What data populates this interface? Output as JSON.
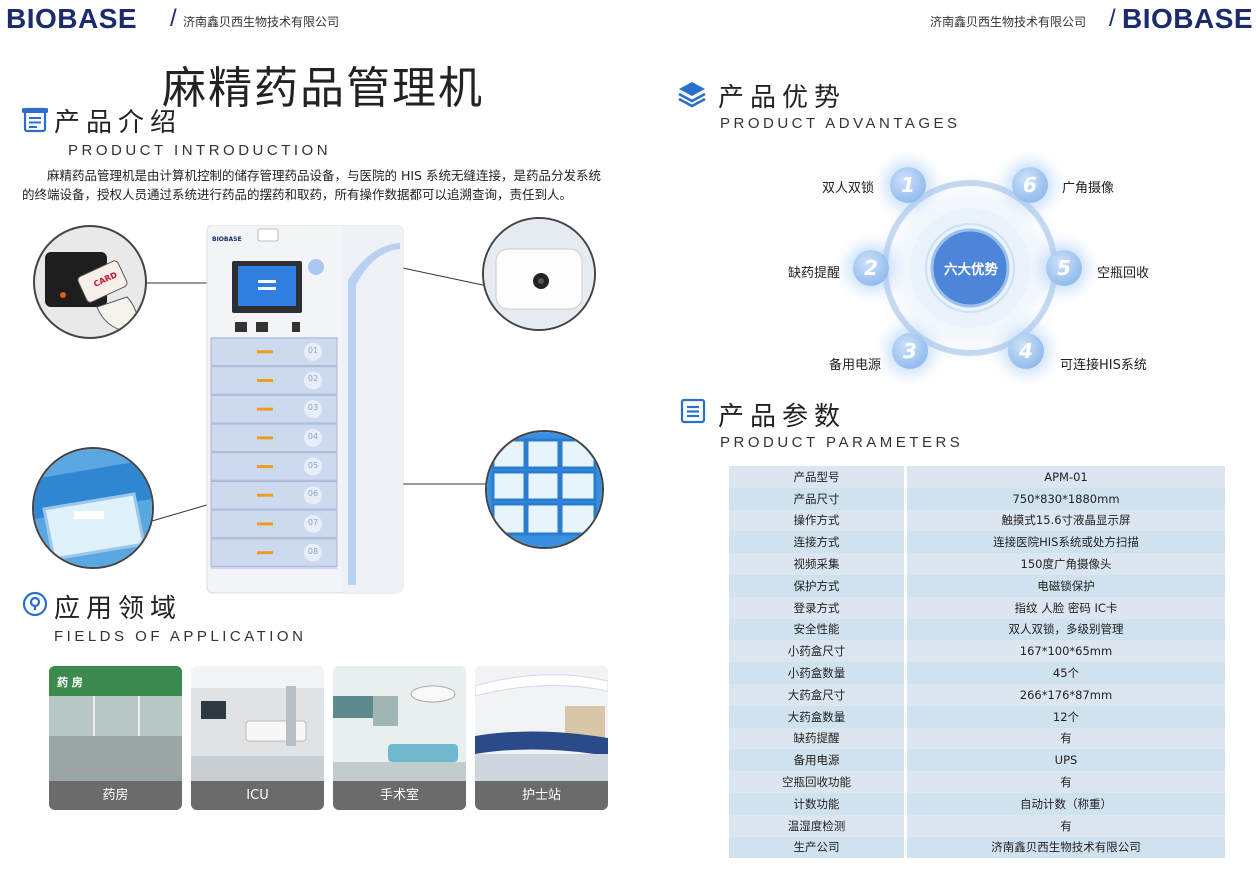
{
  "header": {
    "brand": "BIOBASE",
    "separator": "/",
    "company": "济南鑫贝西生物技术有限公司"
  },
  "main_title": "麻精药品管理机",
  "intro": {
    "title": "产品介绍",
    "subtitle": "PRODUCT INTRODUCTION",
    "text": "麻精药品管理机是由计算机控制的储存管理药品设备，与医院的 HIS 系统无缝连接，是药品分发系统的终端设备，授权人员通过系统进行药品的摆药和取药，所有操作数据都可以追溯查询，责任到人。"
  },
  "device": {
    "brand": "BIOBASE",
    "card_text": "CARD",
    "drawers": [
      "01",
      "02",
      "03",
      "04",
      "05",
      "06",
      "07",
      "08"
    ]
  },
  "application": {
    "title": "应用领域",
    "subtitle": "FIELDS OF APPLICATION",
    "places": [
      {
        "label": "药房",
        "sign": "药 房"
      },
      {
        "label": "ICU"
      },
      {
        "label": "手术室"
      },
      {
        "label": "护士站"
      }
    ]
  },
  "advantages": {
    "title": "产品优势",
    "subtitle": "PRODUCT ADVANTAGES",
    "center": "六大优势",
    "items": [
      {
        "num": "1",
        "label": "双人双锁"
      },
      {
        "num": "6",
        "label": "广角摄像"
      },
      {
        "num": "2",
        "label": "缺药提醒"
      },
      {
        "num": "5",
        "label": "空瓶回收"
      },
      {
        "num": "3",
        "label": "备用电源"
      },
      {
        "num": "4",
        "label": "可连接HIS系统"
      }
    ]
  },
  "parameters": {
    "title": "产品参数",
    "subtitle": "PRODUCT PARAMETERS",
    "rows": [
      [
        "产品型号",
        "APM-01"
      ],
      [
        "产品尺寸",
        "750*830*1880mm"
      ],
      [
        "操作方式",
        "触摸式15.6寸液晶显示屏"
      ],
      [
        "连接方式",
        "连接医院HIS系统或处方扫描"
      ],
      [
        "视频采集",
        "150度广角摄像头"
      ],
      [
        "保护方式",
        "电磁锁保护"
      ],
      [
        "登录方式",
        "指纹 人脸 密码 IC卡"
      ],
      [
        "安全性能",
        "双人双锁，多级别管理"
      ],
      [
        "小药盒尺寸",
        "167*100*65mm"
      ],
      [
        "小药盒数量",
        "45个"
      ],
      [
        "大药盒尺寸",
        "266*176*87mm"
      ],
      [
        "大药盒数量",
        "12个"
      ],
      [
        "缺药提醒",
        "有"
      ],
      [
        "备用电源",
        "UPS"
      ],
      [
        "空瓶回收功能",
        "有"
      ],
      [
        "计数功能",
        "自动计数（称重）"
      ],
      [
        "温湿度检测",
        "有"
      ],
      [
        "生产公司",
        "济南鑫贝西生物技术有限公司"
      ]
    ]
  },
  "colors": {
    "brand": "#1b2b6b",
    "accent_blue": "#2a6fc9",
    "table_row_a": "#dbe6f0",
    "table_row_b": "#cfe2ee",
    "drawer_handle": "#f29a1f"
  }
}
